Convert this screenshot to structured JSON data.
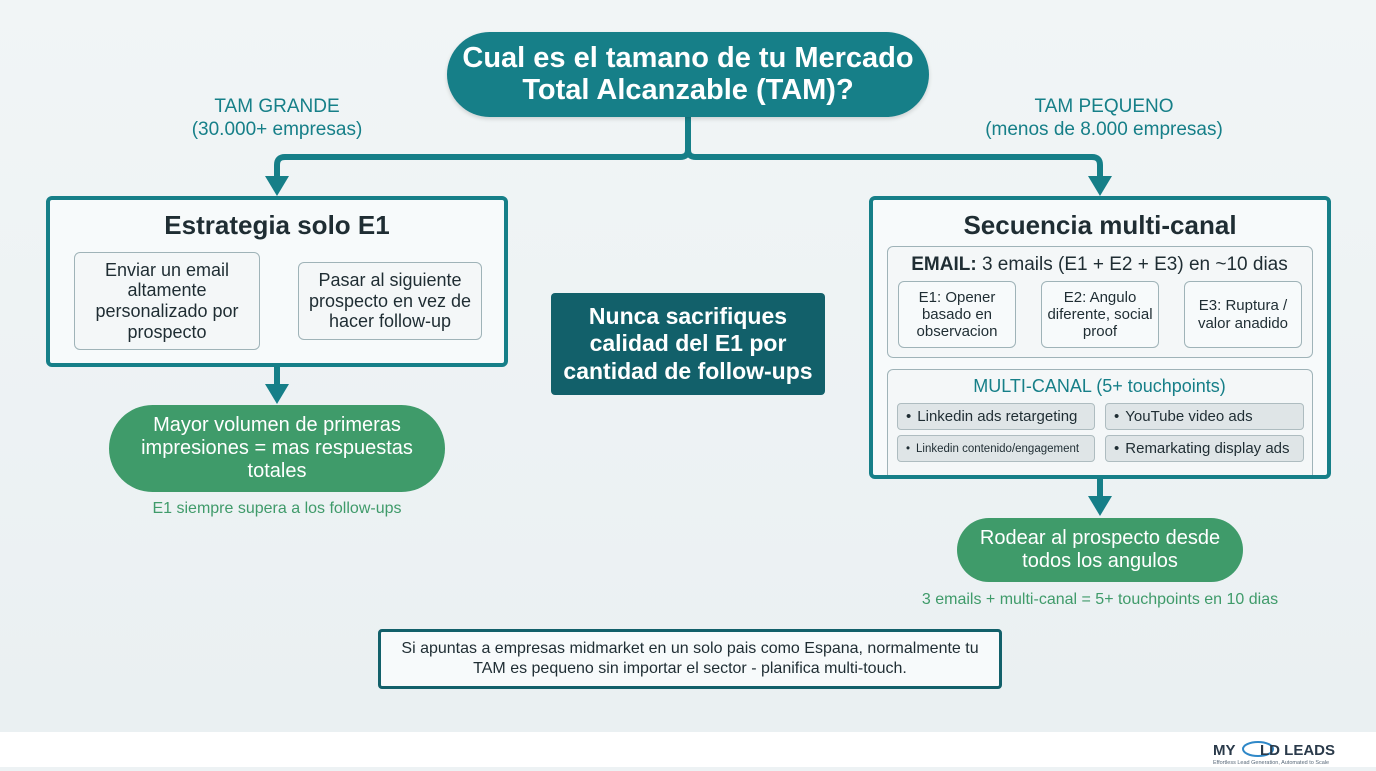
{
  "question": "Cual es el tamano de tu Mercado Total Alcanzable (TAM)?",
  "left_branch": {
    "label_line1": "TAM GRANDE",
    "label_line2": "(30.000+ empresas)",
    "panel_title": "Estrategia solo E1",
    "step1": "Enviar un email altamente personalizado por prospecto",
    "step2": "Pasar al siguiente prospecto en vez de hacer follow-up",
    "result": "Mayor volumen de primeras impresiones = mas respuestas totales",
    "result_caption": "E1 siempre supera a los follow-ups"
  },
  "center_message": "Nunca sacrifiques calidad del E1 por cantidad de follow-ups",
  "right_branch": {
    "label_line1": "TAM PEQUENO",
    "label_line2": "(menos de 8.000 empresas)",
    "panel_title": "Secuencia multi-canal",
    "email_heading_bold": "EMAIL:",
    "email_heading_rest": " 3 emails (E1 + E2 + E3) en ~10 dias",
    "emails": [
      "E1: Opener basado en observacion",
      "E2: Angulo diferente, social proof",
      "E3: Ruptura / valor anadido"
    ],
    "multichannel_heading": "MULTI-CANAL (5+ touchpoints)",
    "channels": [
      "Linkedin ads retargeting",
      "YouTube video ads",
      "Linkedin contenido/engagement",
      "Remarkating display ads"
    ],
    "result": "Rodear al prospecto desde todos los angulos",
    "result_caption": "3 emails + multi-canal = 5+ touchpoints en 10 dias"
  },
  "bottom_note": "Si apuntas a empresas midmarket en un solo pais como Espana, normalmente tu TAM es pequeno sin importar el sector - planifica multi-touch.",
  "logo": {
    "name": "MY COLD LEADS",
    "tagline": "Effortless Lead Generation, Automated to Scale"
  },
  "colors": {
    "teal": "#167f88",
    "dark_teal": "#12606a",
    "green": "#3f9b6a"
  }
}
